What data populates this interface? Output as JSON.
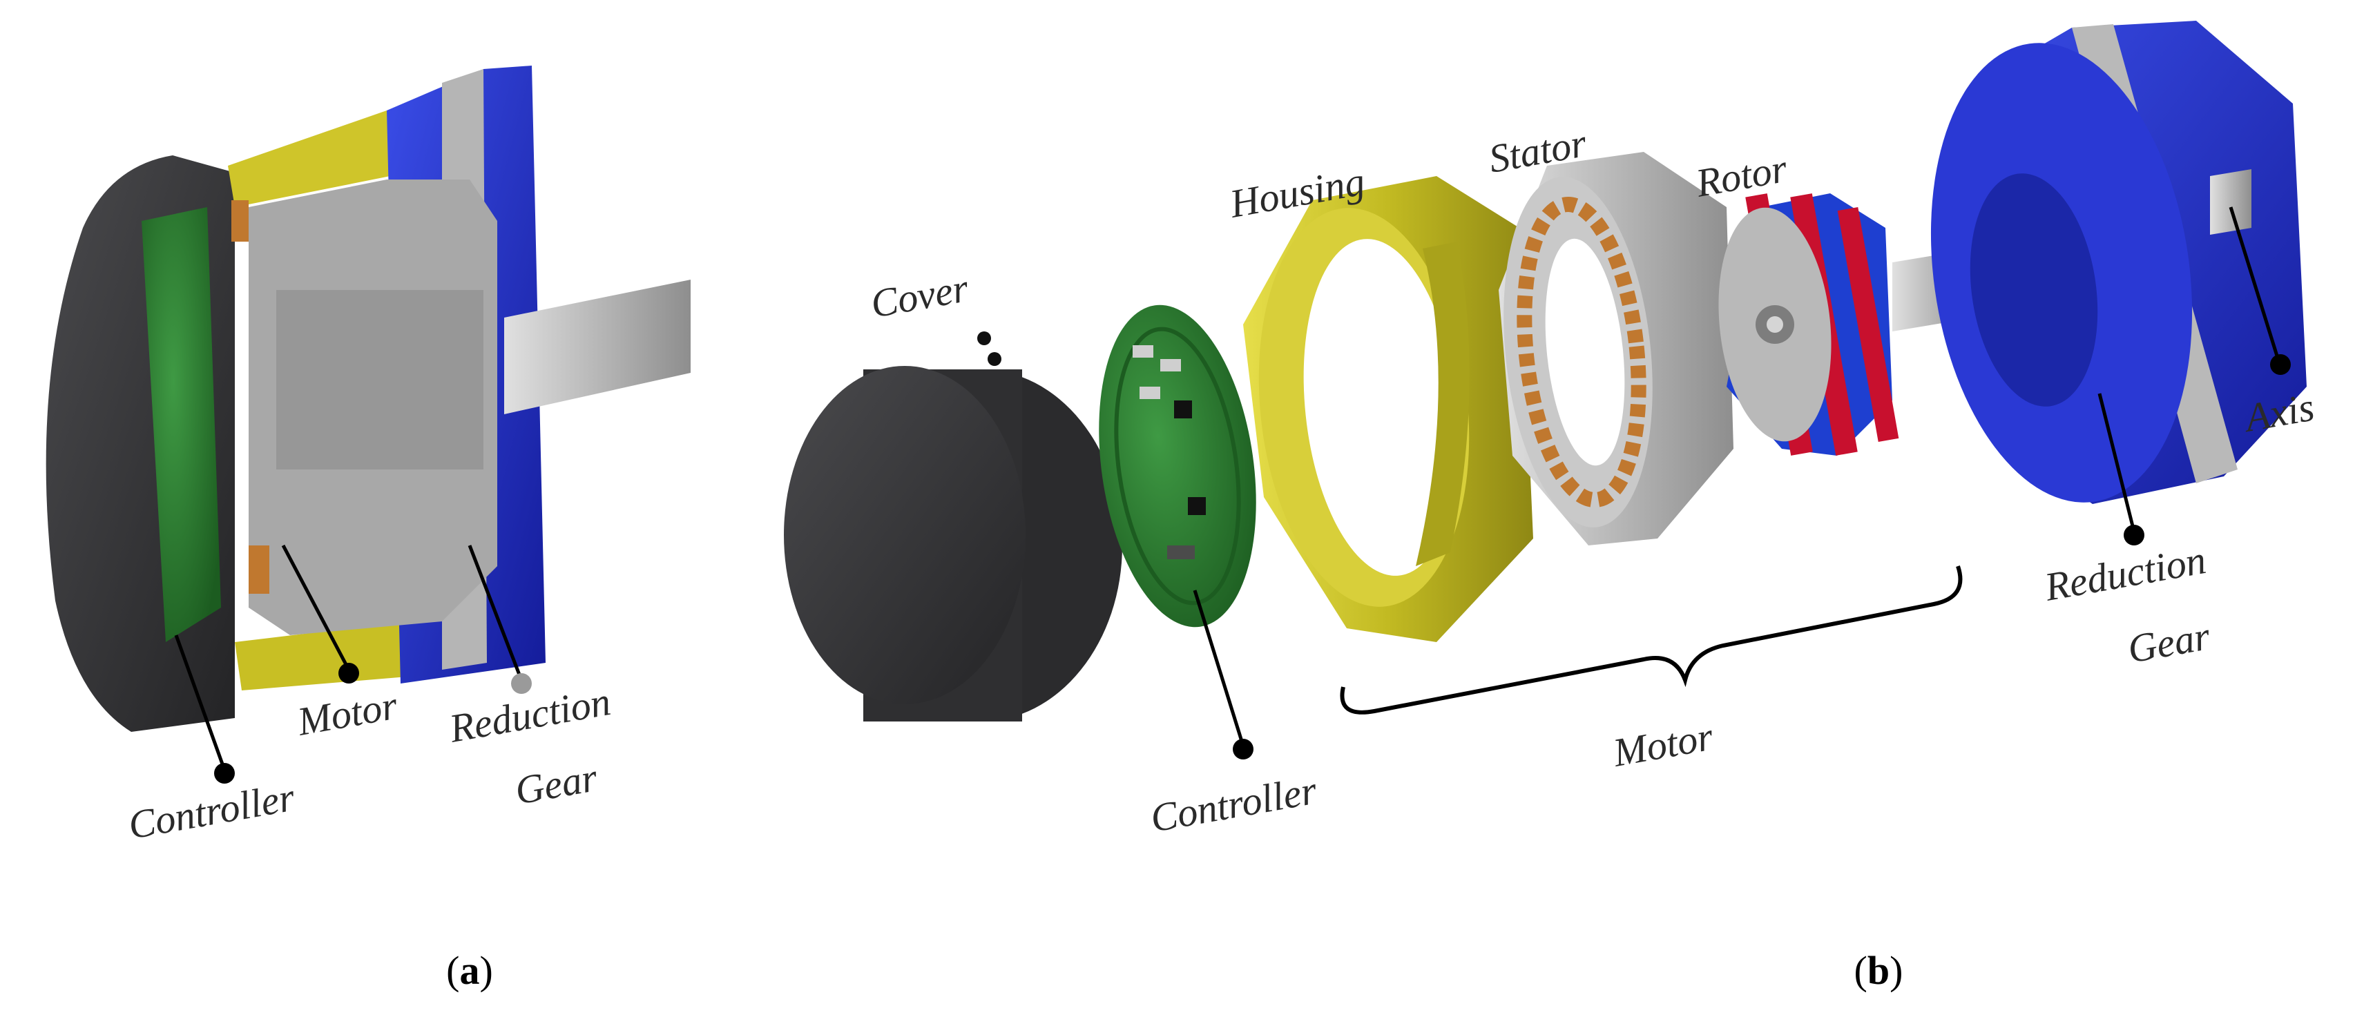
{
  "figure": {
    "panel_a": {
      "caption_open": "(",
      "caption_letter": "a",
      "caption_close": ")",
      "labels": {
        "controller": "Controller",
        "motor": "Motor",
        "reduction_line1": "Reduction",
        "reduction_line2": "Gear"
      }
    },
    "panel_b": {
      "caption_open": "(",
      "caption_letter": "b",
      "caption_close": ")",
      "labels": {
        "cover": "Cover",
        "controller": "Controller",
        "housing": "Housing",
        "stator": "Stator",
        "rotor": "Rotor",
        "motor": "Motor",
        "reduction_line1": "Reduction",
        "reduction_line2": "Gear",
        "axis": "Axis"
      }
    }
  },
  "colors": {
    "cover": "#3a3a3c",
    "pcb": "#2e7d32",
    "housing": "#c9c22a",
    "stator": "#a9a9a9",
    "copper": "#c0782f",
    "rotor_red": "#c8102e",
    "rotor_blue": "#1e3fd0",
    "gear_blue": "#2230c8",
    "steel": "#b7b7b7",
    "leader": "#000000"
  }
}
